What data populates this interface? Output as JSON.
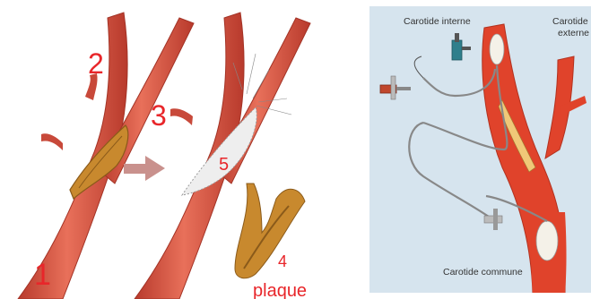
{
  "left_labels": {
    "n1": "1",
    "n2": "2",
    "n3": "3",
    "n4": "4",
    "n5": "5",
    "plaque": "plaque"
  },
  "right_labels": {
    "internal": "Carotide interne",
    "external_line1": "Carotide",
    "external_line2": "externe",
    "common": "Carotide commune"
  },
  "colors": {
    "artery": "#d9503f",
    "artery_dark": "#b83a2c",
    "artery_light": "#f08a72",
    "plaque": "#c8892e",
    "patch": "#eeeeee",
    "number_red": "#e8262a",
    "arrow": "#c9918d",
    "right_bg": "#d6e4ee"
  }
}
